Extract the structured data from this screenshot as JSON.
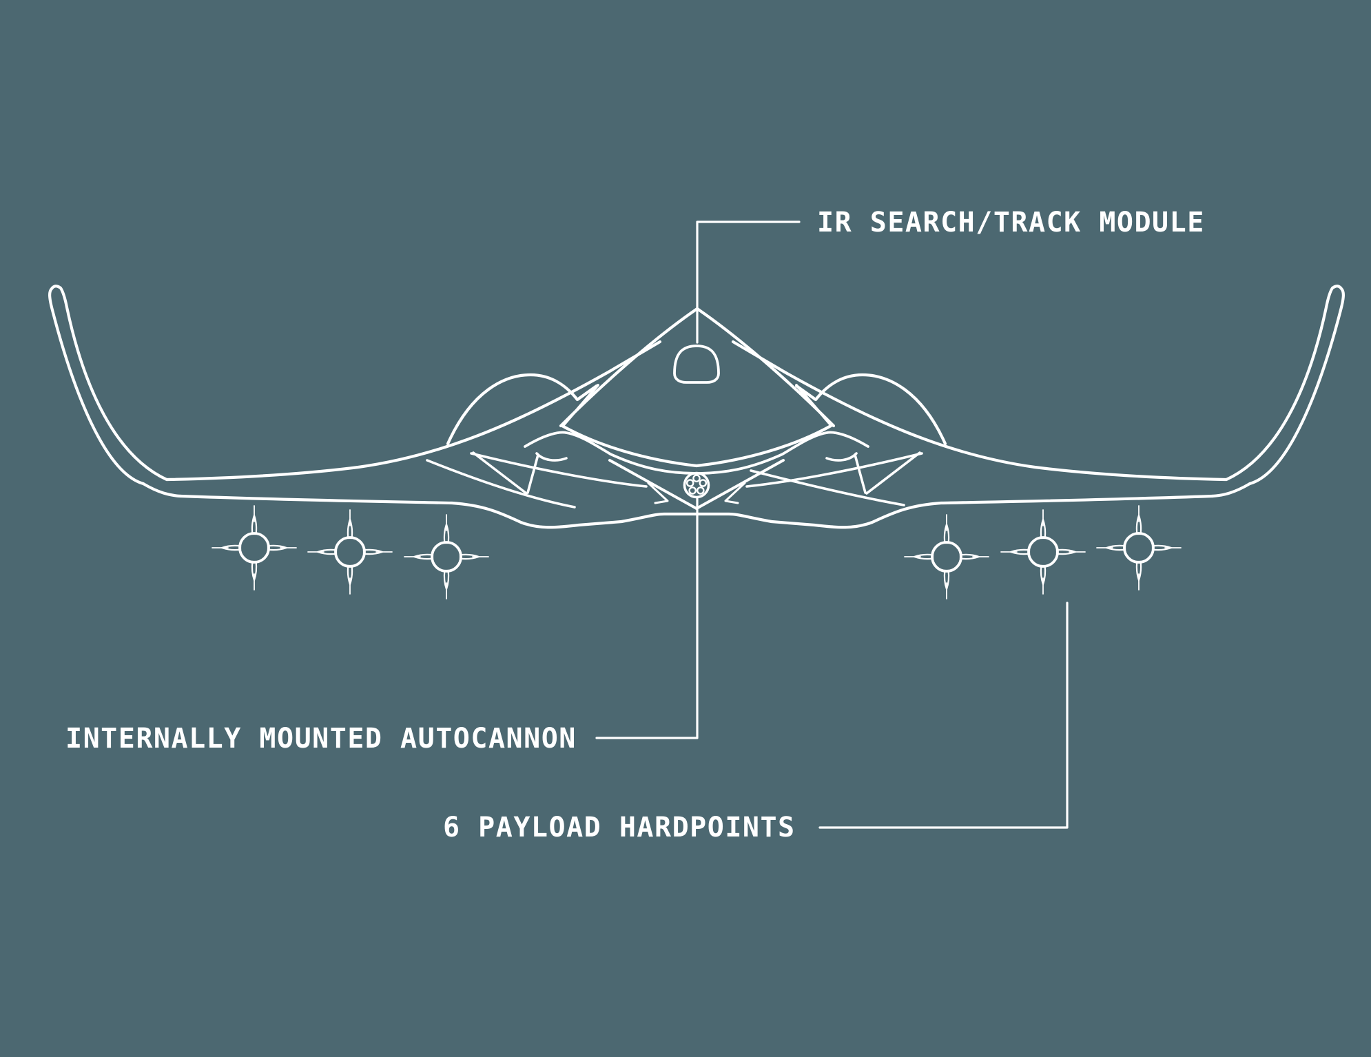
{
  "scene": {
    "background_color": "#4c6871",
    "line_color": "#ffffff"
  },
  "annotations": {
    "ir_module": {
      "label": "IR SEARCH/TRACK MODULE"
    },
    "autocannon": {
      "label": "INTERNALLY MOUNTED AUTOCANNON"
    },
    "hardpoints": {
      "label": "6 PAYLOAD HARDPOINTS"
    }
  },
  "icons": {
    "hardpoint_symbol": "missile-front-view-icon",
    "gun_muzzle": "rotary-cannon-muzzle-icon",
    "ir_dome": "ir-sensor-dome"
  }
}
